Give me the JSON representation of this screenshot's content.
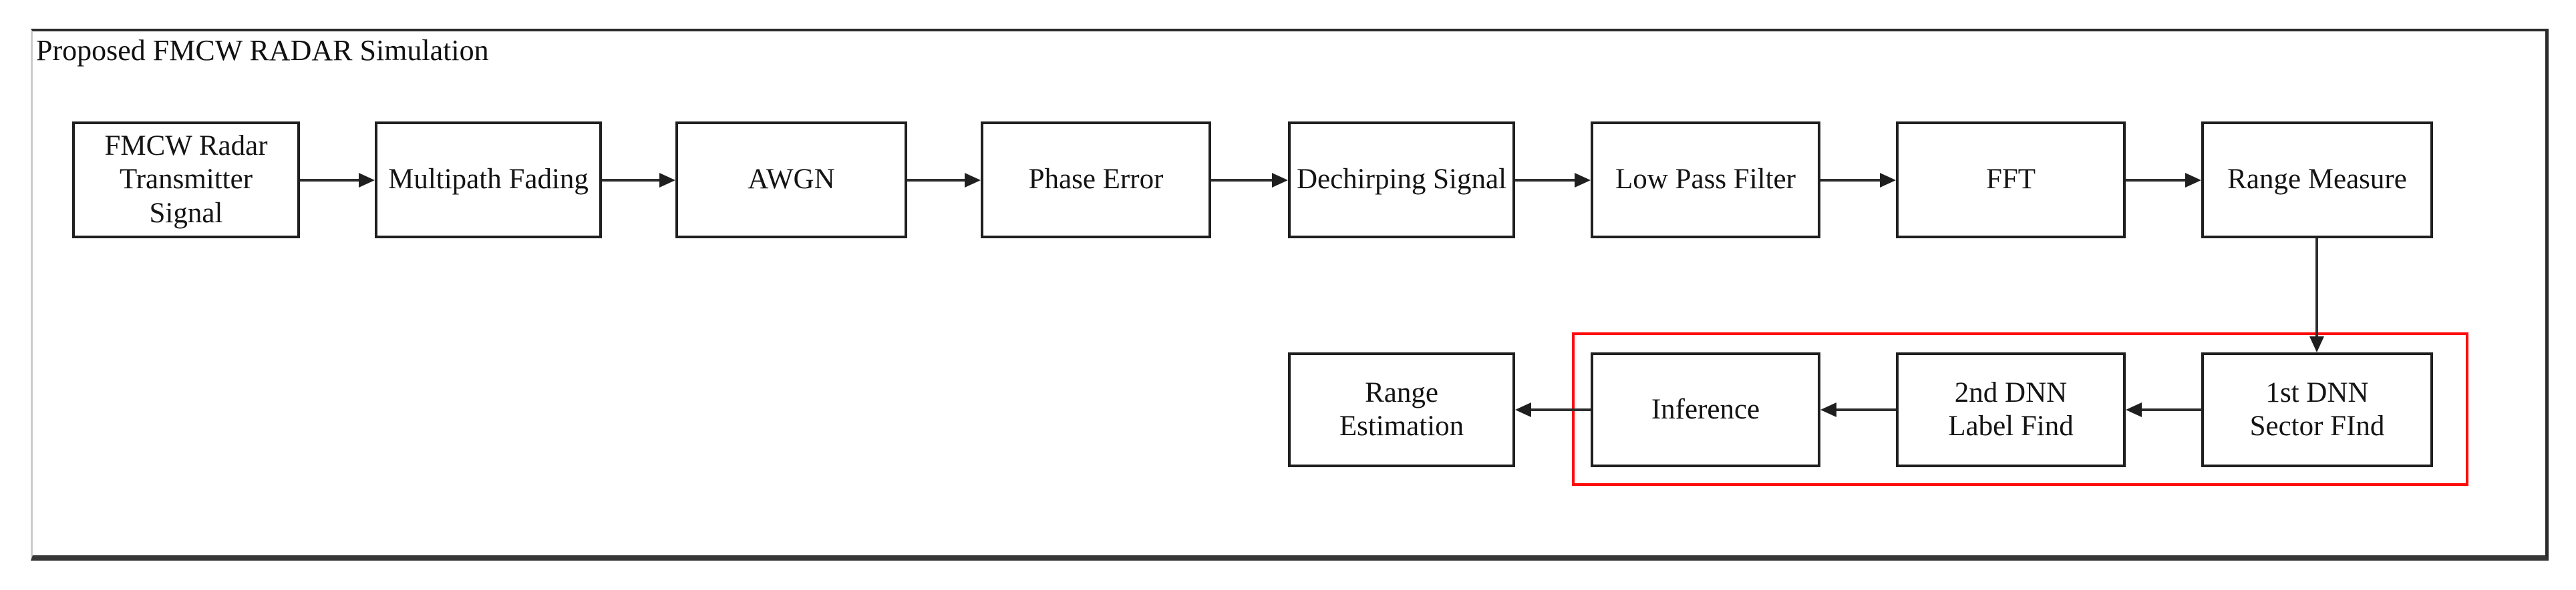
{
  "diagram": {
    "title": "Proposed FMCW RADAR Simulation",
    "nodes": {
      "fmcw_tx_signal": {
        "label": "FMCW Radar\nTransmitter\nSignal"
      },
      "multipath_fading": {
        "label": "Multipath Fading"
      },
      "awgn": {
        "label": "AWGN"
      },
      "phase_error": {
        "label": "Phase Error"
      },
      "dechirping_signal": {
        "label": "Dechirping Signal"
      },
      "low_pass_filter": {
        "label": "Low Pass Filter"
      },
      "fft": {
        "label": "FFT"
      },
      "range_measure": {
        "label": "Range Measure"
      },
      "range_estimation": {
        "label": "Range\nEstimation"
      },
      "inference": {
        "label": "Inference"
      },
      "dnn2_label_find": {
        "label": "2nd DNN\nLabel Find"
      },
      "dnn1_sector_find": {
        "label": "1st DNN\nSector FInd"
      }
    },
    "edges": [
      {
        "from": "fmcw_tx_signal",
        "to": "multipath_fading",
        "direction": "right"
      },
      {
        "from": "multipath_fading",
        "to": "awgn",
        "direction": "right"
      },
      {
        "from": "awgn",
        "to": "phase_error",
        "direction": "right"
      },
      {
        "from": "phase_error",
        "to": "dechirping_signal",
        "direction": "right"
      },
      {
        "from": "dechirping_signal",
        "to": "low_pass_filter",
        "direction": "right"
      },
      {
        "from": "low_pass_filter",
        "to": "fft",
        "direction": "right"
      },
      {
        "from": "fft",
        "to": "range_measure",
        "direction": "right"
      },
      {
        "from": "range_measure",
        "to": "dnn1_sector_find",
        "direction": "down"
      },
      {
        "from": "dnn1_sector_find",
        "to": "dnn2_label_find",
        "direction": "left"
      },
      {
        "from": "dnn2_label_find",
        "to": "inference",
        "direction": "left"
      },
      {
        "from": "inference",
        "to": "range_estimation",
        "direction": "left"
      }
    ],
    "highlight_group": {
      "color": "#ff0a0a",
      "contains": [
        "inference",
        "dnn2_label_find",
        "dnn1_sector_find"
      ]
    },
    "colors": {
      "background": "#ffffff",
      "frame_border": "#2b2b2b",
      "node_border": "#1f1f1f",
      "arrow": "#2d2d2d",
      "text": "#141414",
      "highlight": "#ff0a0a"
    }
  }
}
